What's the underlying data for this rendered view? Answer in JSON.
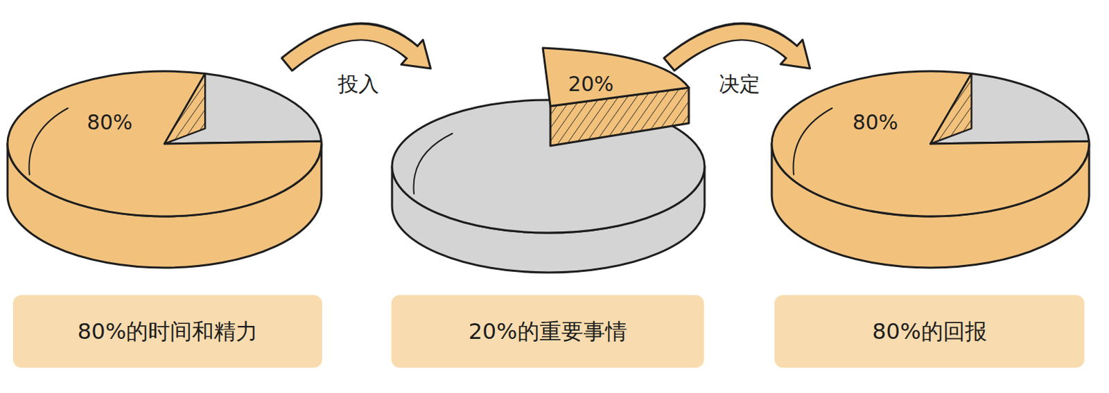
{
  "diagram": {
    "nodes": [
      {
        "text": [
          "80%"
        ]
      },
      {
        "text": [
          "20%"
        ]
      },
      {
        "text": [
          "80%"
        ]
      },
      {
        "text": [
          "80%的时间和精力"
        ]
      },
      {
        "text": [
          "20%的重要事情"
        ]
      },
      {
        "text": [
          "80%的回报"
        ]
      }
    ],
    "edges": [
      {
        "from": 0,
        "to": 1,
        "arrow": "to",
        "label": "投入"
      },
      {
        "from": 1,
        "to": 2,
        "arrow": "to",
        "label": "决定"
      }
    ]
  }
}
